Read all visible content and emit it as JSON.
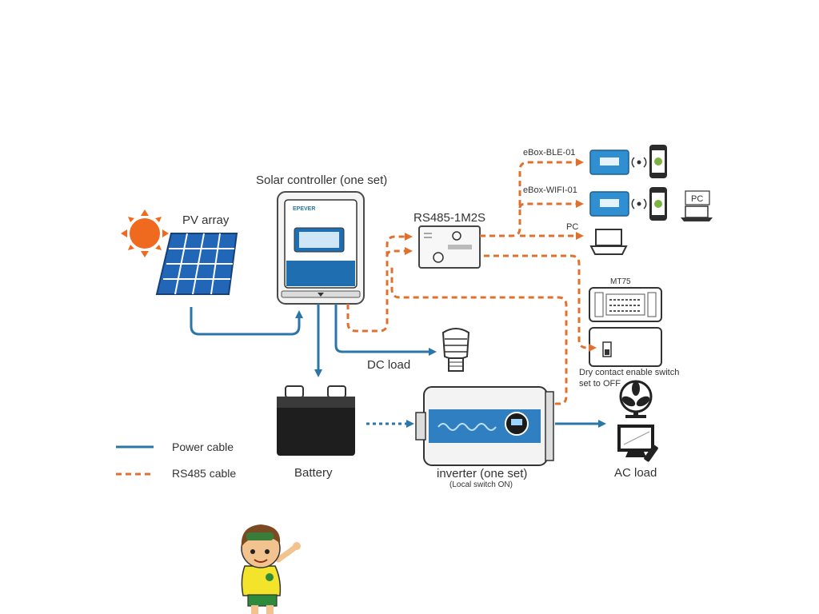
{
  "labels": {
    "solar_controller": "Solar controller (one set)",
    "pv_array": "PV array",
    "rs485_module": "RS485-1M2S",
    "ebox_ble": "eBox-BLE-01",
    "ebox_wifi": "eBox-WIFI-01",
    "pc_box": "PC",
    "pc": "PC",
    "mt75": "MT75",
    "dry_contact_line1": "Dry contact enable switch",
    "dry_contact_line2": "set to OFF",
    "dc_load": "DC load",
    "battery": "Battery",
    "inverter": "inverter (one set)",
    "inverter_sub": "(Local switch ON)",
    "ac_load": "AC load"
  },
  "legend": {
    "power_cable": "Power cable",
    "rs485_cable": "RS485 cable"
  },
  "colors": {
    "power_cable": "#2a76a8",
    "rs485_cable": "#e0702e",
    "sun": "#ef6a1f",
    "solar_panel": "#2266b8",
    "device_blue": "#2f8fd0"
  }
}
